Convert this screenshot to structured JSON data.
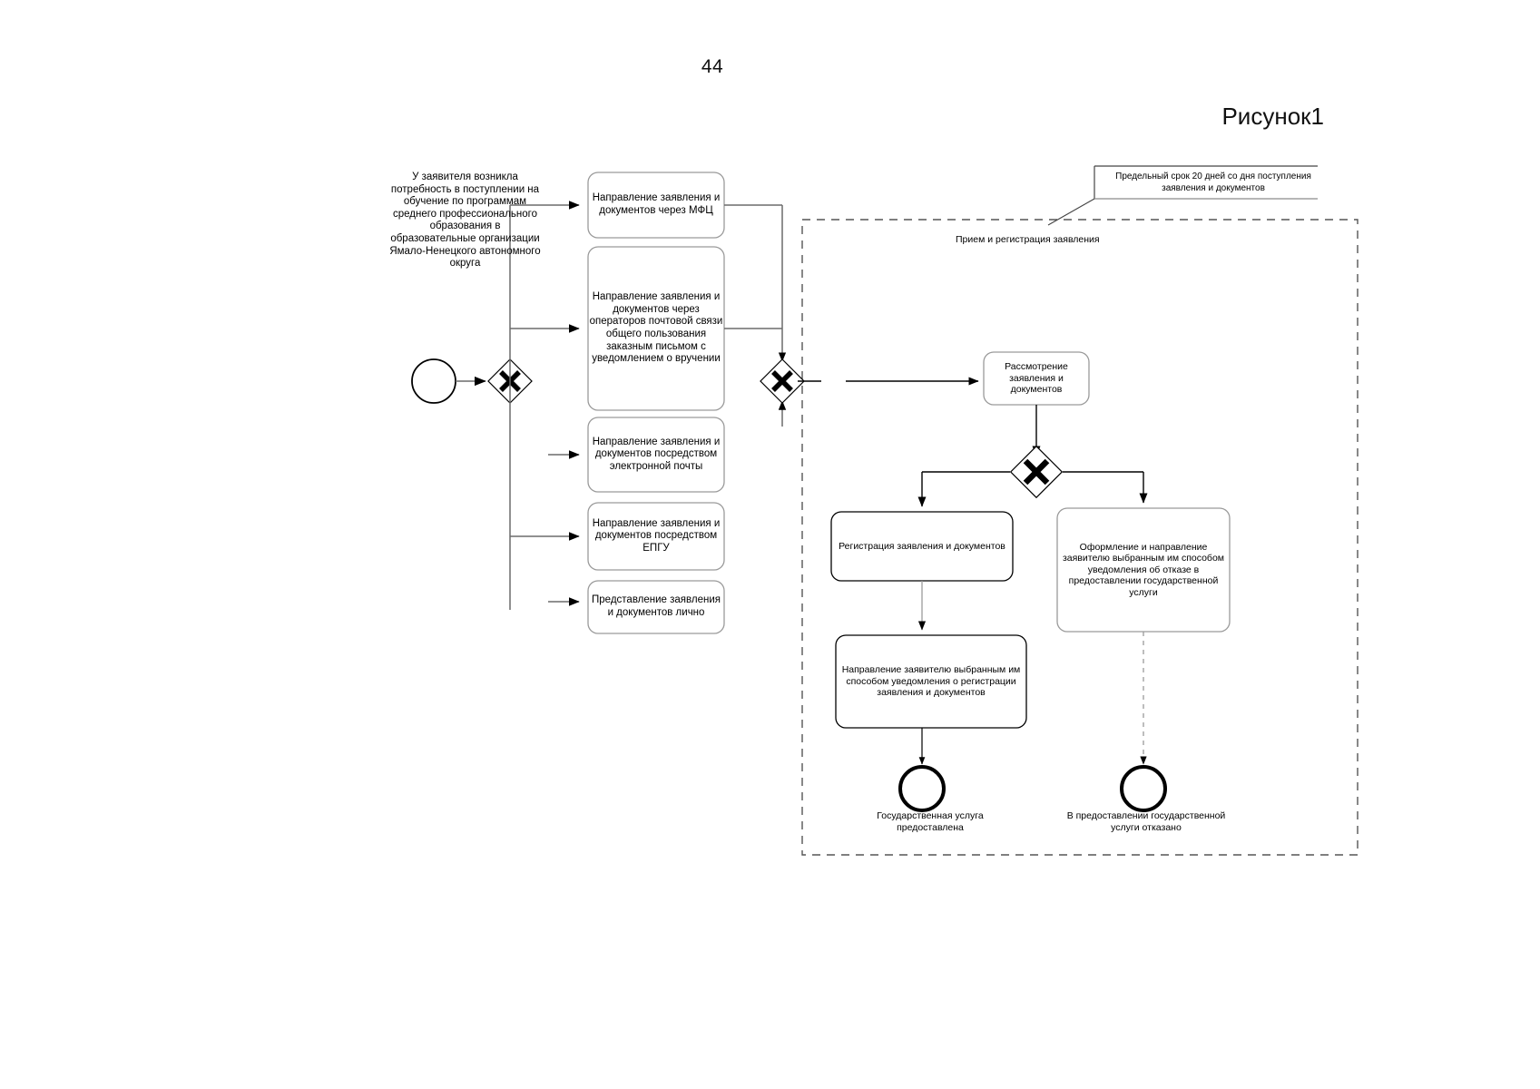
{
  "page": {
    "number": "44",
    "figure_title": "Рисунок1"
  },
  "start_event": {
    "name": "start-event",
    "label": "У заявителя возникла потребность в поступлении на обучение по программам среднего профессионального образования в образовательные организации Ямало-Ненецкого автономного округа"
  },
  "gateways": [
    {
      "name": "gateway-split-channel",
      "type": "exclusive"
    },
    {
      "name": "gateway-merge-channel",
      "type": "exclusive"
    },
    {
      "name": "gateway-decision-registration",
      "type": "exclusive"
    }
  ],
  "submission_tasks": [
    {
      "id": "task-mfc",
      "label": "Направление заявления и документов через МФЦ"
    },
    {
      "id": "task-post",
      "label": "Направление заявления и документов через операторов почтовой связи общего пользования заказным письмом с уведомлением о вручении"
    },
    {
      "id": "task-email",
      "label": "Направление заявления и документов посредством электронной почты"
    },
    {
      "id": "task-epgu",
      "label": "Направление заявления и документов посредством ЕПГУ"
    },
    {
      "id": "task-in-person",
      "label": "Представление заявления и документов лично"
    }
  ],
  "lane": {
    "title": "Прием и регистрация заявления"
  },
  "note": {
    "text": "Предельный срок 20 дней со дня поступления заявления и документов"
  },
  "process_tasks": [
    {
      "id": "task-review",
      "label": "Рассмотрение заявления и документов"
    },
    {
      "id": "task-register",
      "label": "Регистрация заявления и документов"
    },
    {
      "id": "task-refusal-notice",
      "label": "Оформление и направление заявителю выбранным им способом уведомления об отказе в предоставлении государственной услуги"
    },
    {
      "id": "task-registration-notice",
      "label": "Направление заявителю выбранным им способом уведомления о регистрации заявления и документов"
    }
  ],
  "end_events": [
    {
      "id": "end-service-provided",
      "label": "Государственная услуга предоставлена"
    },
    {
      "id": "end-service-refused",
      "label": "В предоставлении государственной услуги отказано"
    }
  ],
  "colors": {
    "stroke": "#000000",
    "lane_border": "#555555",
    "background": "#ffffff"
  }
}
